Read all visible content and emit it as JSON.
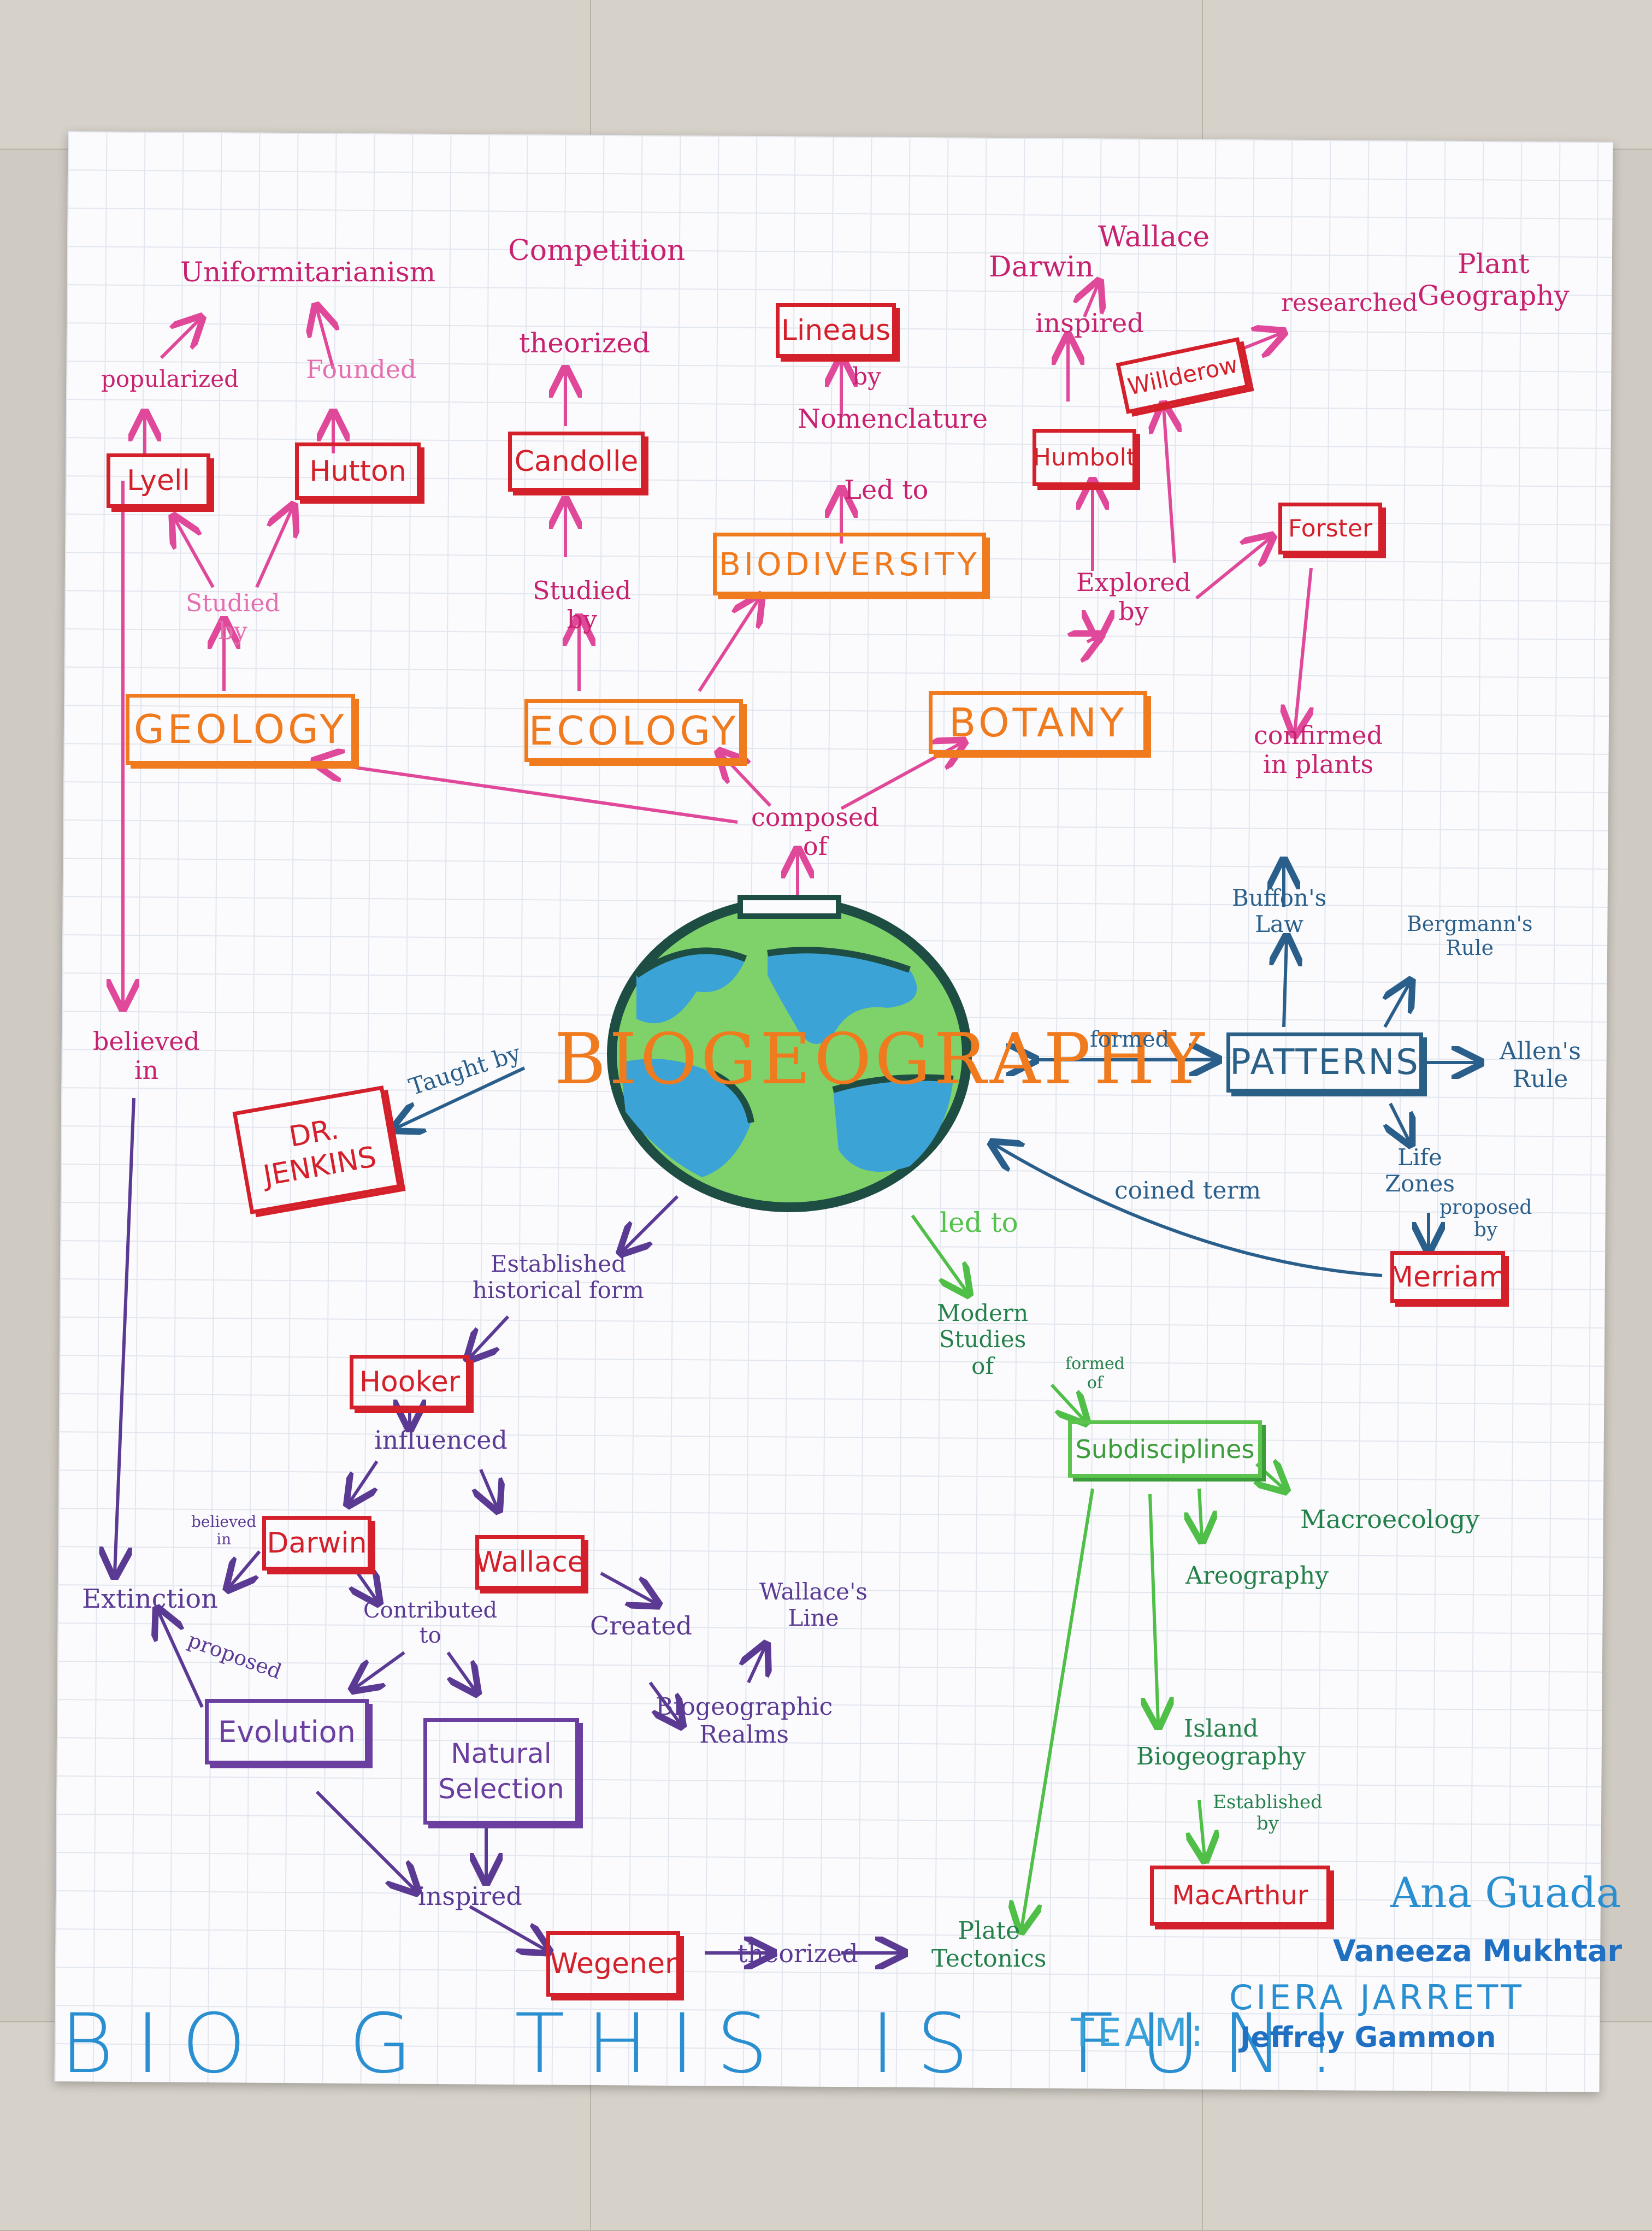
{
  "center": {
    "title": "BIOGEOGRAPHY"
  },
  "branches": {
    "geology": "GEOLOGY",
    "ecology": "ECOLOGY",
    "botany": "BOTANY",
    "biodiversity": "BIODIVERSITY",
    "patterns": "PATTERNS"
  },
  "people": {
    "lyell": "Lyell",
    "hutton": "Hutton",
    "candolle": "Candolle",
    "lineaus": "Lineaus",
    "humbolt": "Humbolt",
    "willderow": "Willderow",
    "forster": "Forster",
    "jenkins": "DR.\nJENKINS",
    "hooker": "Hooker",
    "darwin": "Darwin",
    "wallace": "Wallace",
    "merriam": "Merriam",
    "macarthur": "MacArthur",
    "wegener": "Wegener"
  },
  "concepts": {
    "evolution": "Evolution",
    "natural_selection": "Natural\nSelection",
    "subdisciplines": "Subdisciplines"
  },
  "labels": {
    "uniformitarianism": "Uniformitarianism",
    "popularized": "popularized",
    "founded": "Founded",
    "studied_by_geo": "Studied\nby",
    "competition": "Competition",
    "theorized_top": "theorized",
    "studied_by_eco": "Studied\nby",
    "nomenclature": "Nomenclature",
    "by": "by",
    "led_to_top": "Led to",
    "darwin_top": "Darwin",
    "wallace_top": "Wallace",
    "inspired_top": "inspired",
    "researched": "researched",
    "plant_geography": "Plant\nGeography",
    "explored_by": "Explored\nby",
    "confirmed_in_plants": "confirmed\nin plants",
    "composed_of": "composed\nof",
    "buffons_law": "Buffon's\nLaw",
    "bergmanns_rule": "Bergmann's\nRule",
    "allens_rule": "Allen's\nRule",
    "formed": "formed",
    "life_zones": "Life\nZones",
    "proposed_by": "proposed\nby",
    "coined_term": "coined term",
    "taught_by": "Taught by",
    "believed_in": "believed\nin",
    "established_historical_form": "Established\nhistorical form",
    "influenced": "influenced",
    "believed_in_small": "believed\nin",
    "extinction": "Extinction",
    "proposed": "proposed",
    "contributed_to": "Contributed\nto",
    "created": "Created",
    "wallaces_line": "Wallace's\nLine",
    "biogeographic_realms": "Biogeographic\nRealms",
    "inspired_bottom": "inspired",
    "theorized_bottom": "theorized",
    "plate_tectonics": "Plate\nTectonics",
    "led_to_green": "led to",
    "modern_studies": "Modern\nStudies\nof",
    "formed_of": "formed\nof",
    "macroecology": "Macroecology",
    "areography": "Areography",
    "island_biogeography": "Island\nBiogeography",
    "established_by": "Established\nby"
  },
  "footer": {
    "slogan": "BIO G THIS IS FUN!",
    "team_label": "TEAM:",
    "members": [
      "Ana Guada",
      "Vaneeza Mukhtar",
      "CIERA JARRETT",
      "Jeffrey Gammon"
    ]
  }
}
